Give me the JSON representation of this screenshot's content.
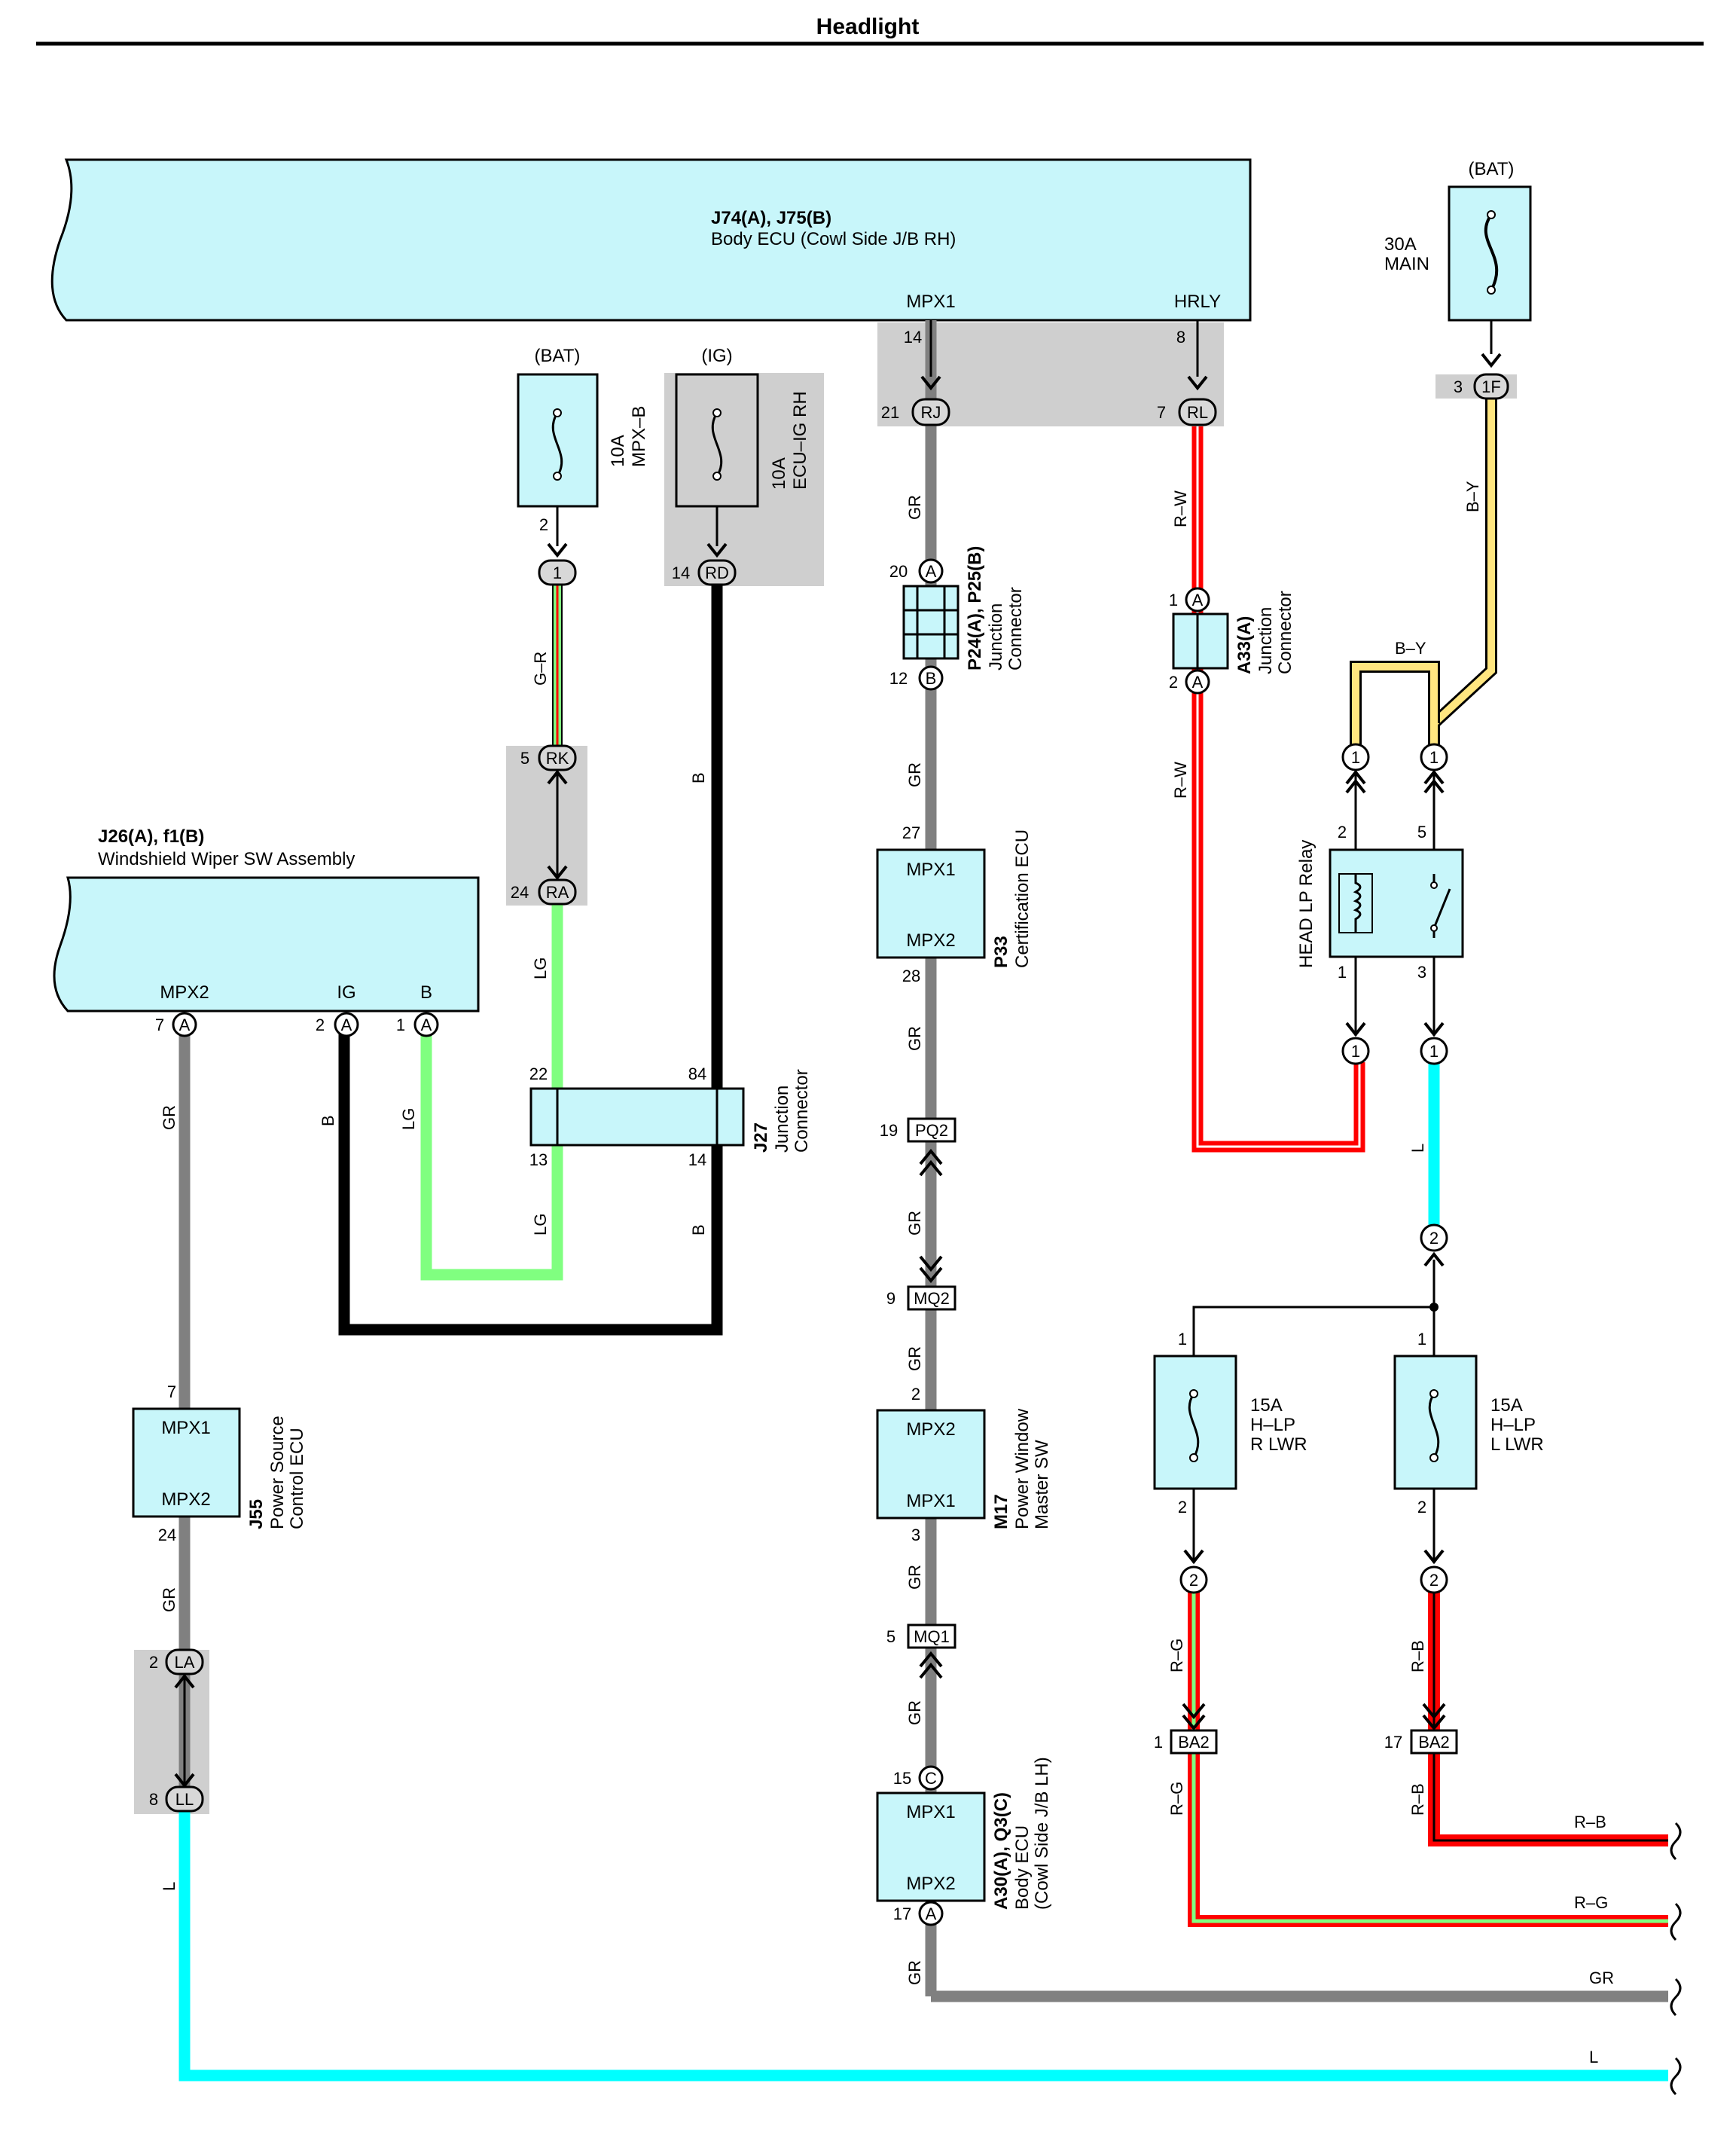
{
  "title": "Headlight",
  "colors": {
    "component_fill": "#c8f6fa",
    "shade": "#cfcfcf",
    "wire_GR": "#808080",
    "wire_L": "#00ffff",
    "wire_LG": "#80ff80",
    "wire_B": "#000000",
    "wire_R": "#ff0000",
    "wire_Y": "#ffe680",
    "wire_G": "#80ff80"
  },
  "components": {
    "body_ecu_rh": {
      "id": "J74(A), J75(B)",
      "name": "Body ECU (Cowl Side J/B RH)",
      "pin_mpx1": "MPX1",
      "pin_hrly": "HRLY"
    },
    "main_fuse": {
      "source": "(BAT)",
      "amp": "30A",
      "name": "MAIN"
    },
    "mpxb_fuse": {
      "source": "(BAT)",
      "amp": "10A",
      "name": "MPX–B"
    },
    "ecuig_fuse": {
      "source": "(IG)",
      "amp": "10A",
      "name": "ECU–IG RH"
    },
    "wiper_sw": {
      "id": "J26(A), f1(B)",
      "name": "Windshield Wiper SW Assembly",
      "pin_mpx2": "MPX2",
      "pin_ig": "IG",
      "pin_b": "B"
    },
    "p24": {
      "id": "P24(A), P25(B)",
      "line1": "Junction",
      "line2": "Connector"
    },
    "a33": {
      "id": "A33(A)",
      "line1": "Junction",
      "line2": "Connector"
    },
    "j27": {
      "id": "J27",
      "line1": "Junction",
      "line2": "Connector"
    },
    "p33": {
      "id": "P33",
      "name": "Certification ECU",
      "top": "MPX1",
      "bottom": "MPX2"
    },
    "relay": {
      "name": "HEAD LP Relay"
    },
    "j55": {
      "id": "J55",
      "line1": "Power Source",
      "line2": "Control ECU",
      "top": "MPX1",
      "bottom": "MPX2"
    },
    "m17": {
      "id": "M17",
      "line1": "Power Window",
      "line2": "Master SW",
      "top": "MPX2",
      "bottom": "MPX1"
    },
    "a30": {
      "id": "A30(A), Q3(C)",
      "line1": "Body ECU",
      "line2": "(Cowl Side J/B LH)",
      "top": "MPX1",
      "bottom": "MPX2"
    },
    "fuse_r": {
      "amp": "15A",
      "line1": "H–LP",
      "line2": "R LWR"
    },
    "fuse_l": {
      "amp": "15A",
      "line1": "H–LP",
      "line2": "L LWR"
    }
  },
  "connectors": {
    "rj": "RJ",
    "rl": "RL",
    "f1": "1F",
    "rd": "RD",
    "rk": "RK",
    "ra": "RA",
    "pq2": "PQ2",
    "mq2": "MQ2",
    "mq1": "MQ1",
    "la": "LA",
    "ll": "LL",
    "ba2": "BA2",
    "a": "A",
    "b": "B",
    "c": "C",
    "one": "1",
    "two": "2"
  },
  "pins": {
    "p14": "14",
    "p8": "8",
    "p21": "21",
    "p7": "7",
    "p3": "3",
    "p2": "2",
    "p1": "1",
    "p5": "5",
    "p20": "20",
    "p12": "12",
    "p27": "27",
    "p28": "28",
    "p19": "19",
    "p9": "9",
    "p15": "15",
    "p17": "17",
    "p22": "22",
    "p84": "84",
    "p13": "13",
    "p24": "24"
  },
  "wires": {
    "gr": "GR",
    "b": "B",
    "lg": "LG",
    "l": "L",
    "gr_r": "G–R",
    "rw": "R–W",
    "by": "B–Y",
    "rg": "R–G",
    "rb": "R–B"
  }
}
